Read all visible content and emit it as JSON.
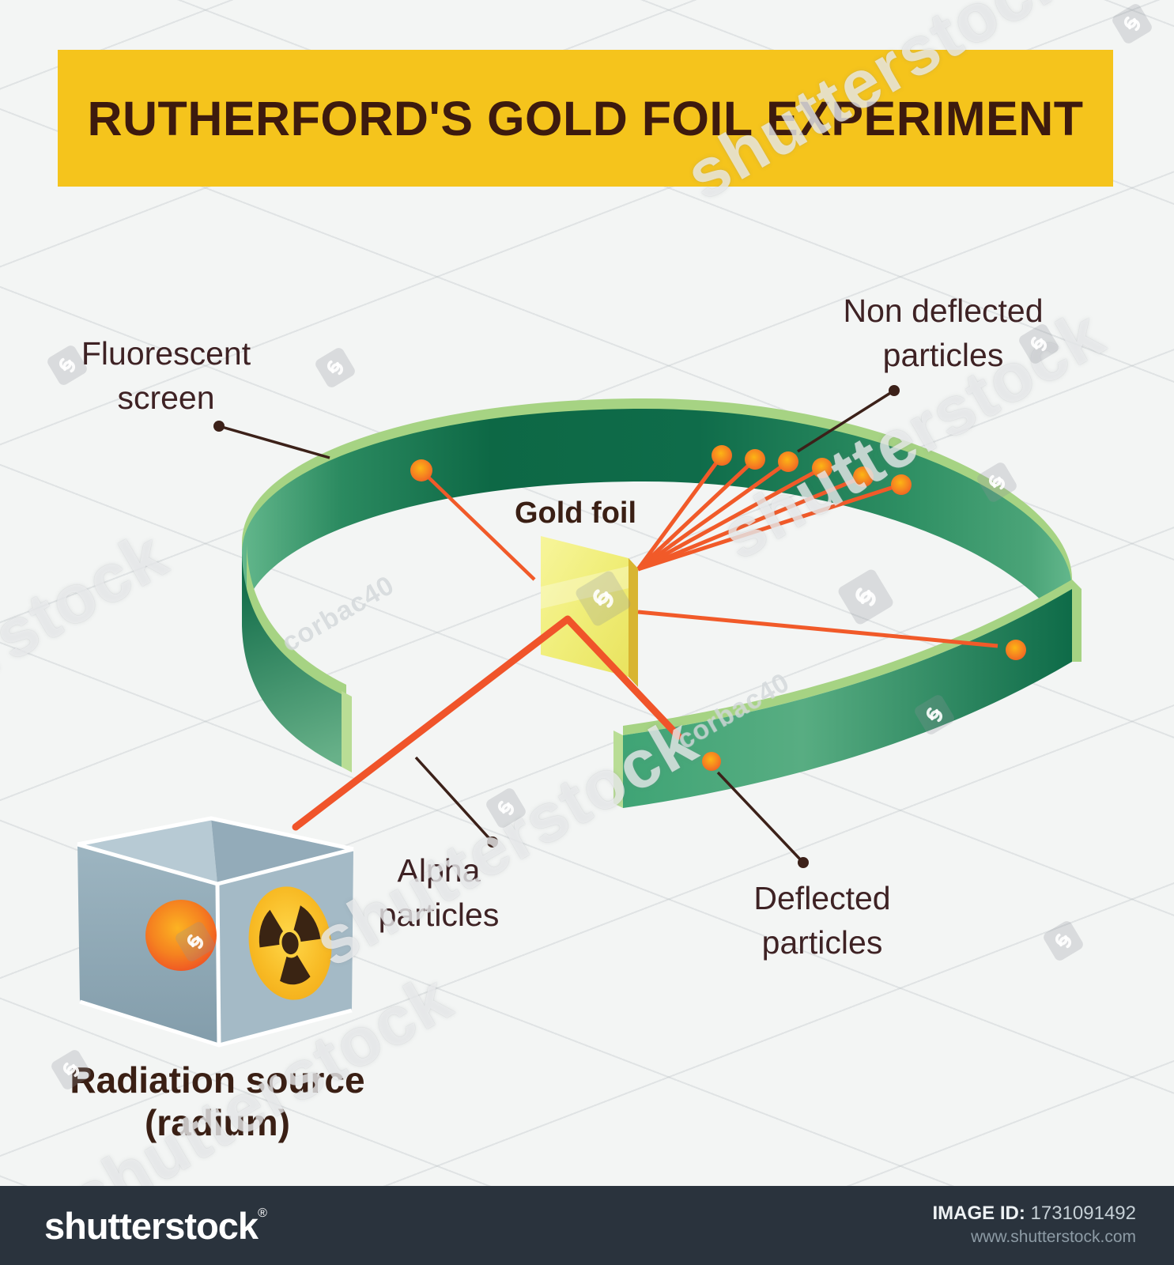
{
  "banner": {
    "title": "RUTHERFORD'S GOLD FOIL EXPERIMENT",
    "bg_color": "#f5c41c",
    "text_color": "#3d1a0e"
  },
  "labels": {
    "fluorescent_screen": {
      "line1": "Fluorescent",
      "line2": "screen"
    },
    "non_deflected": {
      "line1": "Non deflected",
      "line2": "particles"
    },
    "gold_foil": {
      "text": "Gold foil"
    },
    "alpha": {
      "line1": "Alpha",
      "line2": "particles"
    },
    "deflected": {
      "line1": "Deflected",
      "line2": "particles"
    },
    "radiation_source": {
      "line1": "Radiation source",
      "line2": "(radium)"
    }
  },
  "diagram": {
    "screen_color_dark": "#0e6a47",
    "screen_rim_color": "#a6d383",
    "foil_color": "#f0ee79",
    "beam_color": "#f15a29",
    "particle_dot_color": "#f68420",
    "leader_color": "#3c2119",
    "non_deflected_hit_count": 6,
    "deflected_hit_count": 2,
    "backscattered_hit_count": 1
  },
  "watermark": {
    "brand": "shutterstock",
    "credit": "corbac40"
  },
  "footer": {
    "logo": "shutterstock",
    "reg": "®",
    "image_id_label": "IMAGE ID:",
    "image_id": "1731091492",
    "url": "www.shutterstock.com",
    "bg_color": "#2a333d"
  }
}
